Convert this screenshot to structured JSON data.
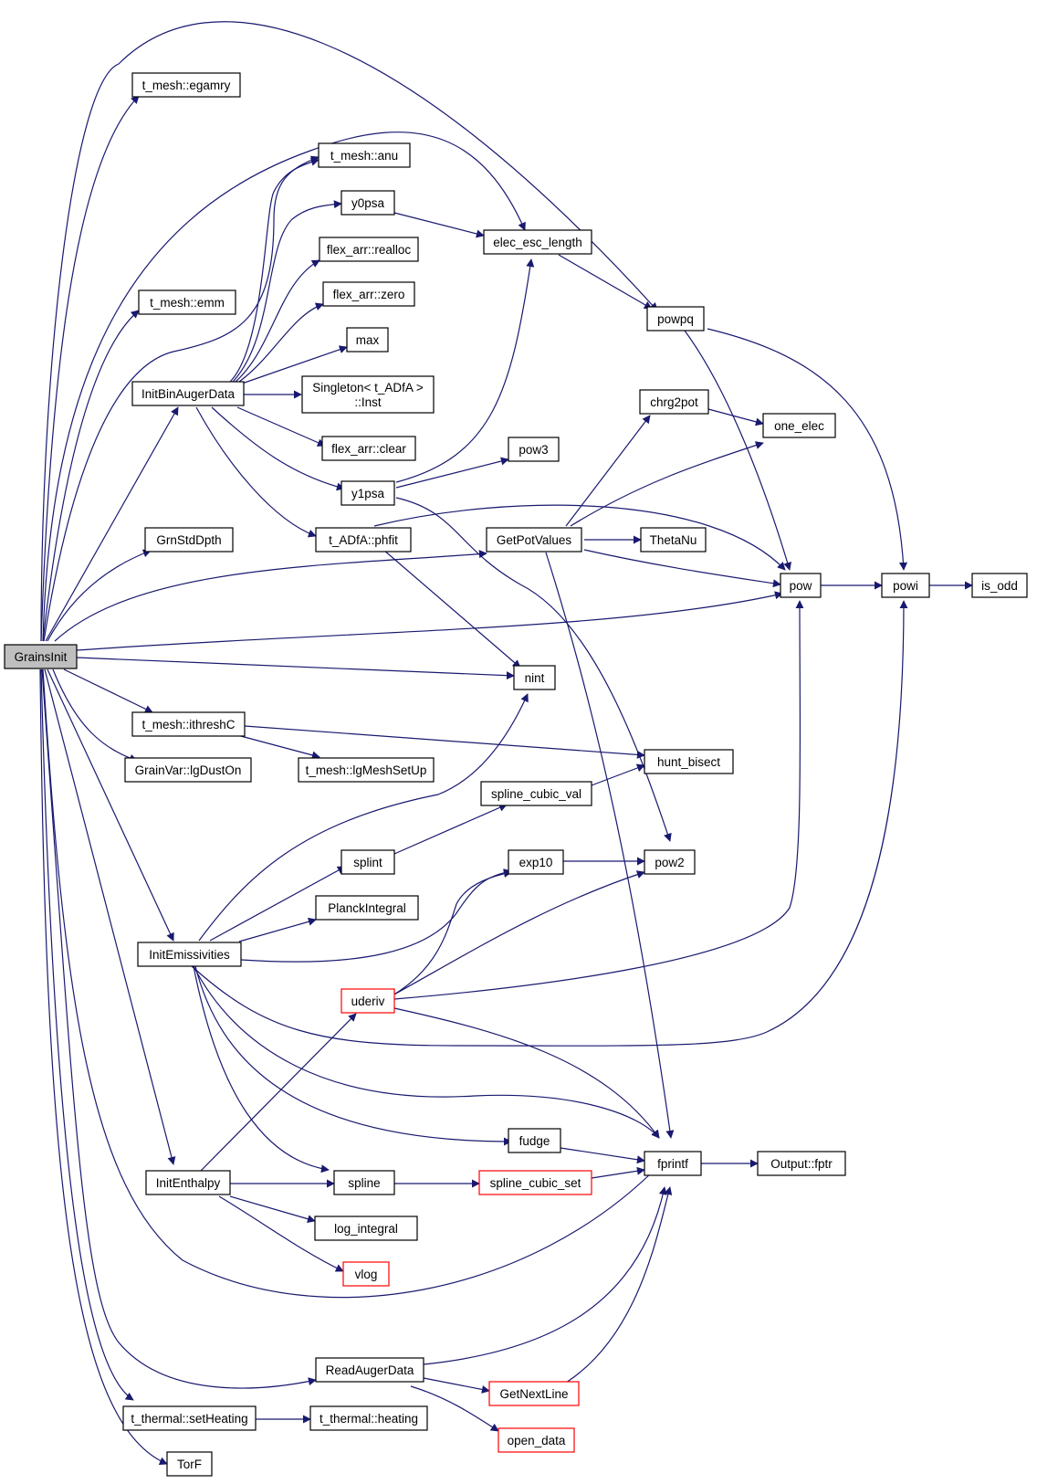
{
  "diagram": {
    "nodes": {
      "root": "GrainsInit",
      "egamry": "t_mesh::egamry",
      "anu": "t_mesh::anu",
      "y0psa": "y0psa",
      "elec_esc_length": "elec_esc_length",
      "flex_realloc": "flex_arr::realloc",
      "flex_zero": "flex_arr::zero",
      "emm": "t_mesh::emm",
      "max": "max",
      "powpq": "powpq",
      "initbin": "InitBinAugerData",
      "singleton_line1": "Singleton< t_ADfA >",
      "singleton_line2": "::Inst",
      "chrg2pot": "chrg2pot",
      "one_elec": "one_elec",
      "flex_clear": "flex_arr::clear",
      "pow3": "pow3",
      "y1psa": "y1psa",
      "grnstd": "GrnStdDpth",
      "phfit": "t_ADfA::phfit",
      "getpot": "GetPotValues",
      "thetanu": "ThetaNu",
      "pow": "pow",
      "powi": "powi",
      "is_odd": "is_odd",
      "nint": "nint",
      "ithresh": "t_mesh::ithreshC",
      "hunt_bisect": "hunt_bisect",
      "lgdust": "GrainVar::lgDustOn",
      "lgmesh": "t_mesh::lgMeshSetUp",
      "spline_cubic_val": "spline_cubic_val",
      "splint": "splint",
      "exp10": "exp10",
      "pow2": "pow2",
      "planck": "PlanckIntegral",
      "initemis": "InitEmissivities",
      "uderiv": "uderiv",
      "fudge": "fudge",
      "initenth": "InitEnthalpy",
      "spline": "spline",
      "spline_cubic_set": "spline_cubic_set",
      "fprintf": "fprintf",
      "output_fptr": "Output::fptr",
      "log_integral": "log_integral",
      "vlog": "vlog",
      "readauger": "ReadAugerData",
      "getnextline": "GetNextLine",
      "setheating": "t_thermal::setHeating",
      "heating": "t_thermal::heating",
      "open_data": "open_data",
      "torf": "TorF"
    }
  }
}
